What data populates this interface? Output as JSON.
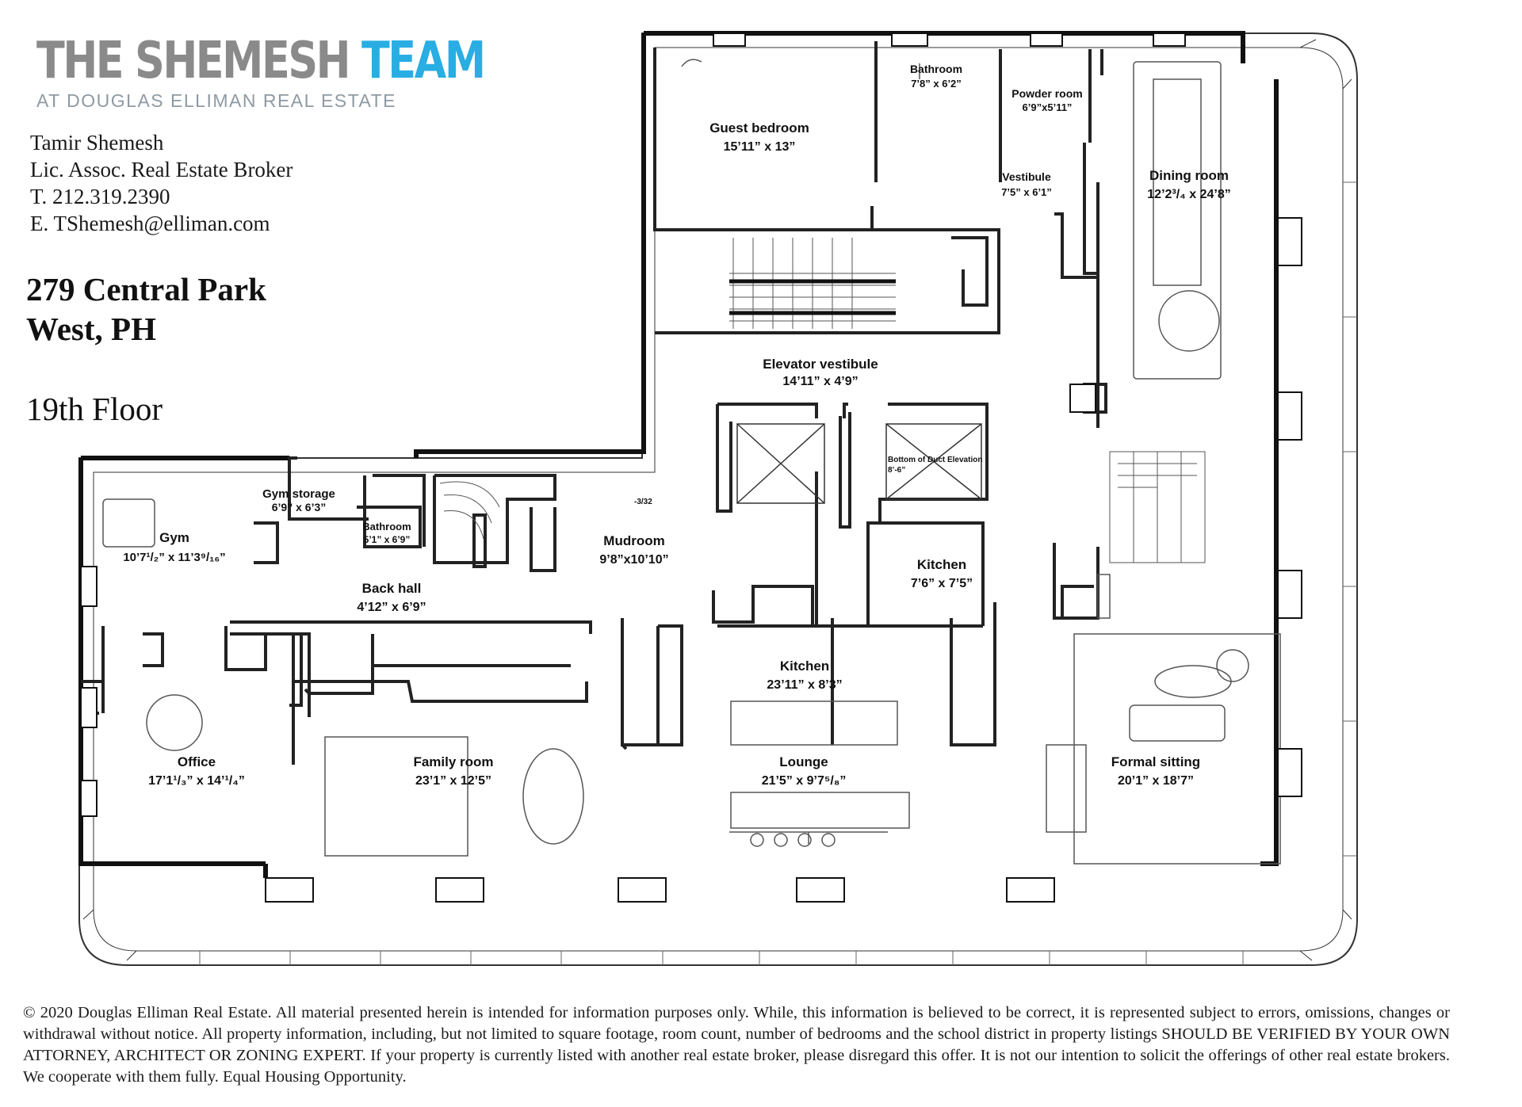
{
  "brand": {
    "name_part1": "THE SHEMESH",
    "name_part2": "TEAM",
    "subtitle": "AT DOUGLAS ELLIMAN REAL ESTATE",
    "color_primary": "#8a8a8a",
    "color_accent": "#29aee3"
  },
  "contact": {
    "name": "Tamir Shemesh",
    "title": "Lic. Assoc. Real Estate Broker",
    "phone": "T. 212.319.2390",
    "email": "E. TShemesh@elliman.com"
  },
  "listing": {
    "address_line1": "279 Central Park",
    "address_line2": "West, PH",
    "floor": "19th Floor"
  },
  "rooms": {
    "guest_bedroom": {
      "name": "Guest bedroom",
      "dims": "15’11” x 13”"
    },
    "bathroom_1": {
      "name": "Bathroom",
      "dims": "7’8” x 6’2”"
    },
    "powder_room": {
      "name": "Powder room",
      "dims": "6’9”x5’11”"
    },
    "vestibule": {
      "name": "Vestibule",
      "dims": "7’5” x 6’1”"
    },
    "dining_room": {
      "name": "Dining room",
      "dims": "12’2³/₄ x 24’8”"
    },
    "elevator_vestibule": {
      "name": "Elevator vestibule",
      "dims": "14’11” x 4’9”"
    },
    "duct_note": {
      "line1": "Bottom of Duct Elevation",
      "line2": "8’-6”"
    },
    "gym_storage": {
      "name": "Gym storage",
      "dims": "6’9” x 6’3”"
    },
    "bathroom_2": {
      "name": "Bathroom",
      "dims": "5’1” x 6’9”"
    },
    "gym": {
      "name": "Gym",
      "dims": "10’7¹/₂” x 11’3⁹/₁₆”"
    },
    "mudroom": {
      "name": "Mudroom",
      "dims": "9’8”x10’10”"
    },
    "kitchen_small": {
      "name": "Kitchen",
      "dims": "7’6” x 7’5”"
    },
    "back_hall": {
      "name": "Back hall",
      "dims": "4’12” x 6’9”"
    },
    "kitchen_large": {
      "name": "Kitchen",
      "dims": "23’11” x 8’3”"
    },
    "office": {
      "name": "Office",
      "dims": "17’1¹/₃” x 14’¹/₄”"
    },
    "family_room": {
      "name": "Family room",
      "dims": "23’1” x 12’5”"
    },
    "lounge": {
      "name": "Lounge",
      "dims": "21’5” x 9’7⁵/₈”"
    },
    "formal_sitting": {
      "name": "Formal sitting",
      "dims": "20’1” x 18’7”"
    },
    "stair_note": "-3/32"
  },
  "disclaimer": "© 2020 Douglas Elliman Real Estate. All material presented herein is intended for information purposes only. While, this information is believed to be correct, it is represented subject to errors, omissions, changes or withdrawal without notice. All property information, including, but not limited to square footage, room count, number of bedrooms and the school district in property listings SHOULD BE VERIFIED BY YOUR OWN ATTORNEY, ARCHITECT OR ZONING EXPERT. If your property is currently listed with another real estate broker, please disregard this offer. It is not our intention to solicit the offerings of other real estate brokers. We cooperate with them fully. Equal Housing Opportunity."
}
